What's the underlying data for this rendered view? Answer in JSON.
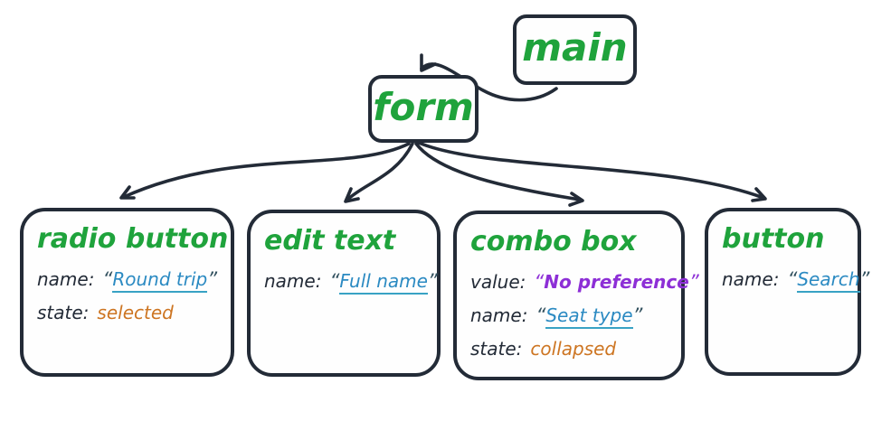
{
  "palette": {
    "ink": "#232b37",
    "node_title_green": "#1fa33c",
    "link_blue": "#2b8ac2",
    "state_orange": "#cd7522",
    "value_purple": "#8d2fd6"
  },
  "punct": {
    "open_quote": "“",
    "close_quote": "”"
  },
  "tree": {
    "root": {
      "label": "main"
    },
    "form": {
      "label": "form"
    },
    "children": [
      {
        "title": "radio button",
        "rows": [
          {
            "key": "name:",
            "value": "Round trip"
          },
          {
            "key": "state:",
            "value": "selected"
          }
        ]
      },
      {
        "title": "edit text",
        "rows": [
          {
            "key": "name:",
            "value": "Full name"
          }
        ]
      },
      {
        "title": "combo box",
        "rows": [
          {
            "key": "value:",
            "value": "No preference"
          },
          {
            "key": "name:",
            "value": "Seat type"
          },
          {
            "key": "state:",
            "value": "collapsed"
          }
        ]
      },
      {
        "title": "button",
        "rows": [
          {
            "key": "name:",
            "value": "Search"
          }
        ]
      }
    ]
  }
}
